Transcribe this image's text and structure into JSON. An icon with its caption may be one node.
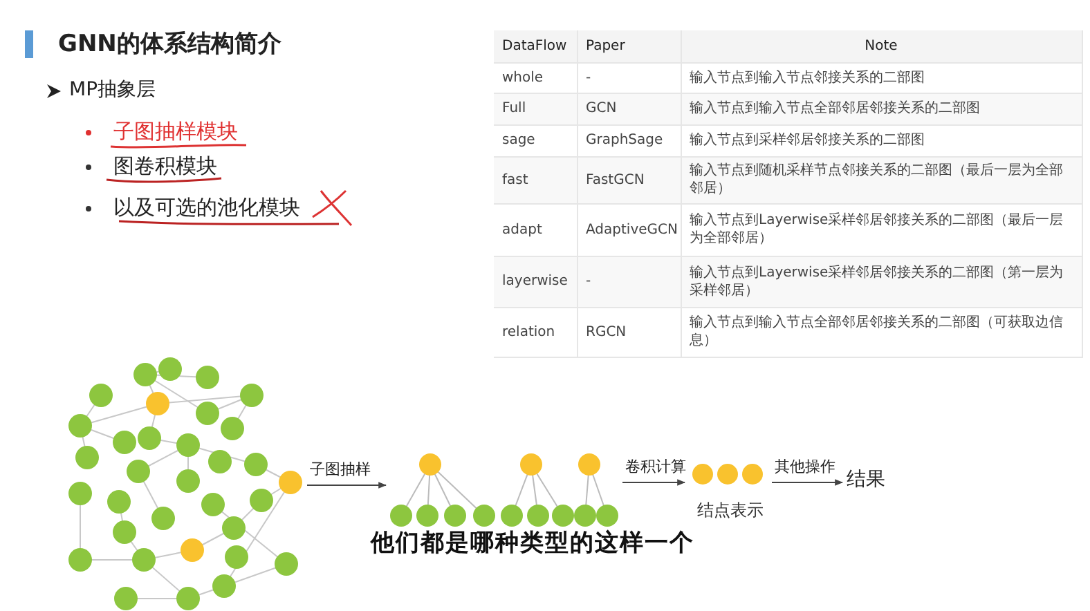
{
  "diagram": {
    "title": "GNN的体系结构简介",
    "nodes": [
      {
        "text": [],
        "shape": "picture"
      },
      {
        "text": [],
        "shape": "picture"
      },
      {
        "text": [],
        "shape": "picture",
        "beside": [
          "结点表示"
        ]
      },
      {
        "text": [
          "结果"
        ]
      }
    ],
    "edges": [
      {
        "from": 0,
        "to": 1,
        "arrow": "to",
        "label": "子图抽样"
      },
      {
        "from": 1,
        "to": 2,
        "arrow": "to",
        "label": "卷积计算"
      },
      {
        "from": 2,
        "to": 3,
        "arrow": "to",
        "label": "其他操作"
      }
    ],
    "labels": [
      "MP抽象层",
      "子图抽样模块",
      "图卷积模块",
      "以及可选的池化模块",
      "DataFlow",
      "Paper",
      "Note",
      "whole",
      "-",
      "输入节点到输入节点邻接关系的二部图",
      "Full",
      "GCN",
      "输入节点到输入节点全部邻居邻接关系的二部图",
      "sage",
      "GraphSage",
      "输入节点到采样邻居邻接关系的二部图",
      "fast",
      "FastGCN",
      "输入节点到随机采样节点邻接关系的二部图（最后一层为全部邻居）",
      "adapt",
      "AdaptiveGCN",
      "输入节点到Layerwise采样邻居邻接关系的二部图（最后一层为全部邻居）",
      "layerwise",
      "-",
      "输入节点到Layerwise采样邻居邻接关系的二部图（第一层为采样邻居）",
      "relation",
      "RGCN",
      "输入节点到输入节点全部邻居邻接关系的二部图（可获取边信息）",
      "他们都是哪种类型的这样一个"
    ]
  }
}
